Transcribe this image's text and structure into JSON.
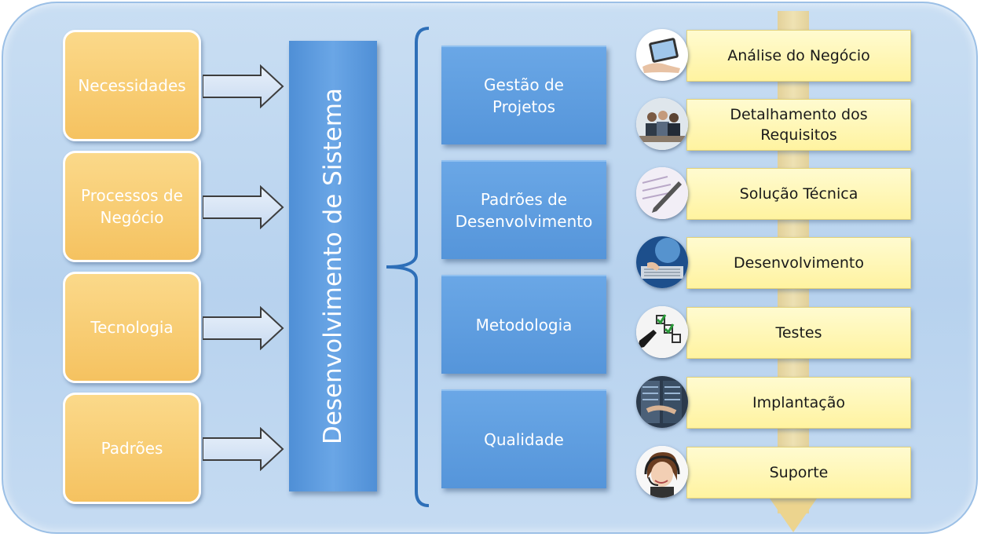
{
  "inputs": [
    {
      "label": "Necessidades"
    },
    {
      "label": "Processos de\nNegócio"
    },
    {
      "label": "Tecnologia"
    },
    {
      "label": "Padrões"
    }
  ],
  "central": {
    "label": "Desenvolvimento de Sistema"
  },
  "pillars": [
    {
      "label": "Gestão de\nProjetos"
    },
    {
      "label": "Padrões de\nDesenvolvimento"
    },
    {
      "label": "Metodologia"
    },
    {
      "label": "Qualidade"
    }
  ],
  "stages": [
    {
      "label": "Análise do Negócio",
      "icon": "tablet-hand-icon"
    },
    {
      "label": "Detalhamento dos\nRequisitos",
      "icon": "meeting-icon"
    },
    {
      "label": "Solução Técnica",
      "icon": "pen-paper-icon"
    },
    {
      "label": "Desenvolvimento",
      "icon": "keyboard-icon"
    },
    {
      "label": "Testes",
      "icon": "checklist-icon"
    },
    {
      "label": "Implantação",
      "icon": "server-icon"
    },
    {
      "label": "Suporte",
      "icon": "support-headset-icon"
    }
  ],
  "colors": {
    "input_fill": "#f5c260",
    "central_fill": "#5595da",
    "stage_fill": "#fff3a0",
    "panel_fill": "#b7d2ee"
  }
}
